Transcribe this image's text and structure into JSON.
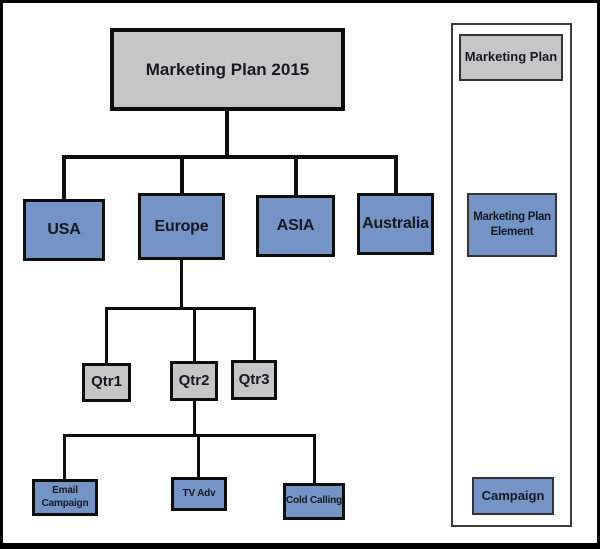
{
  "diagram_title": "Marketing Plan 2015",
  "colors": {
    "node_blue": "#7394c4",
    "node_gray": "#c6c6c6",
    "line": "#0d0d0d",
    "text": "#151a22",
    "legend_border": "#3c3c3c"
  },
  "tree": {
    "label": "Marketing Plan 2015",
    "type": "marketing-plan",
    "children": [
      {
        "label": "USA",
        "type": "marketing-plan-element",
        "children": []
      },
      {
        "label": "Europe",
        "type": "marketing-plan-element",
        "children": [
          {
            "label": "Qtr1",
            "type": "marketing-plan-element",
            "children": []
          },
          {
            "label": "Qtr2",
            "type": "marketing-plan-element",
            "children": [
              {
                "label": "Email Campaign",
                "type": "campaign"
              },
              {
                "label": "TV Adv",
                "type": "campaign"
              },
              {
                "label": "Cold Calling",
                "type": "campaign"
              }
            ]
          },
          {
            "label": "Qtr3",
            "type": "marketing-plan-element",
            "children": []
          }
        ]
      },
      {
        "label": "ASIA",
        "type": "marketing-plan-element",
        "children": []
      },
      {
        "label": "Australia",
        "type": "marketing-plan-element",
        "children": []
      }
    ]
  },
  "legend": {
    "items": [
      {
        "label": "Marketing Plan",
        "swatch": "gray"
      },
      {
        "label": "Marketing Plan Element",
        "swatch": "blue"
      },
      {
        "label": "Campaign",
        "swatch": "blue"
      }
    ]
  }
}
